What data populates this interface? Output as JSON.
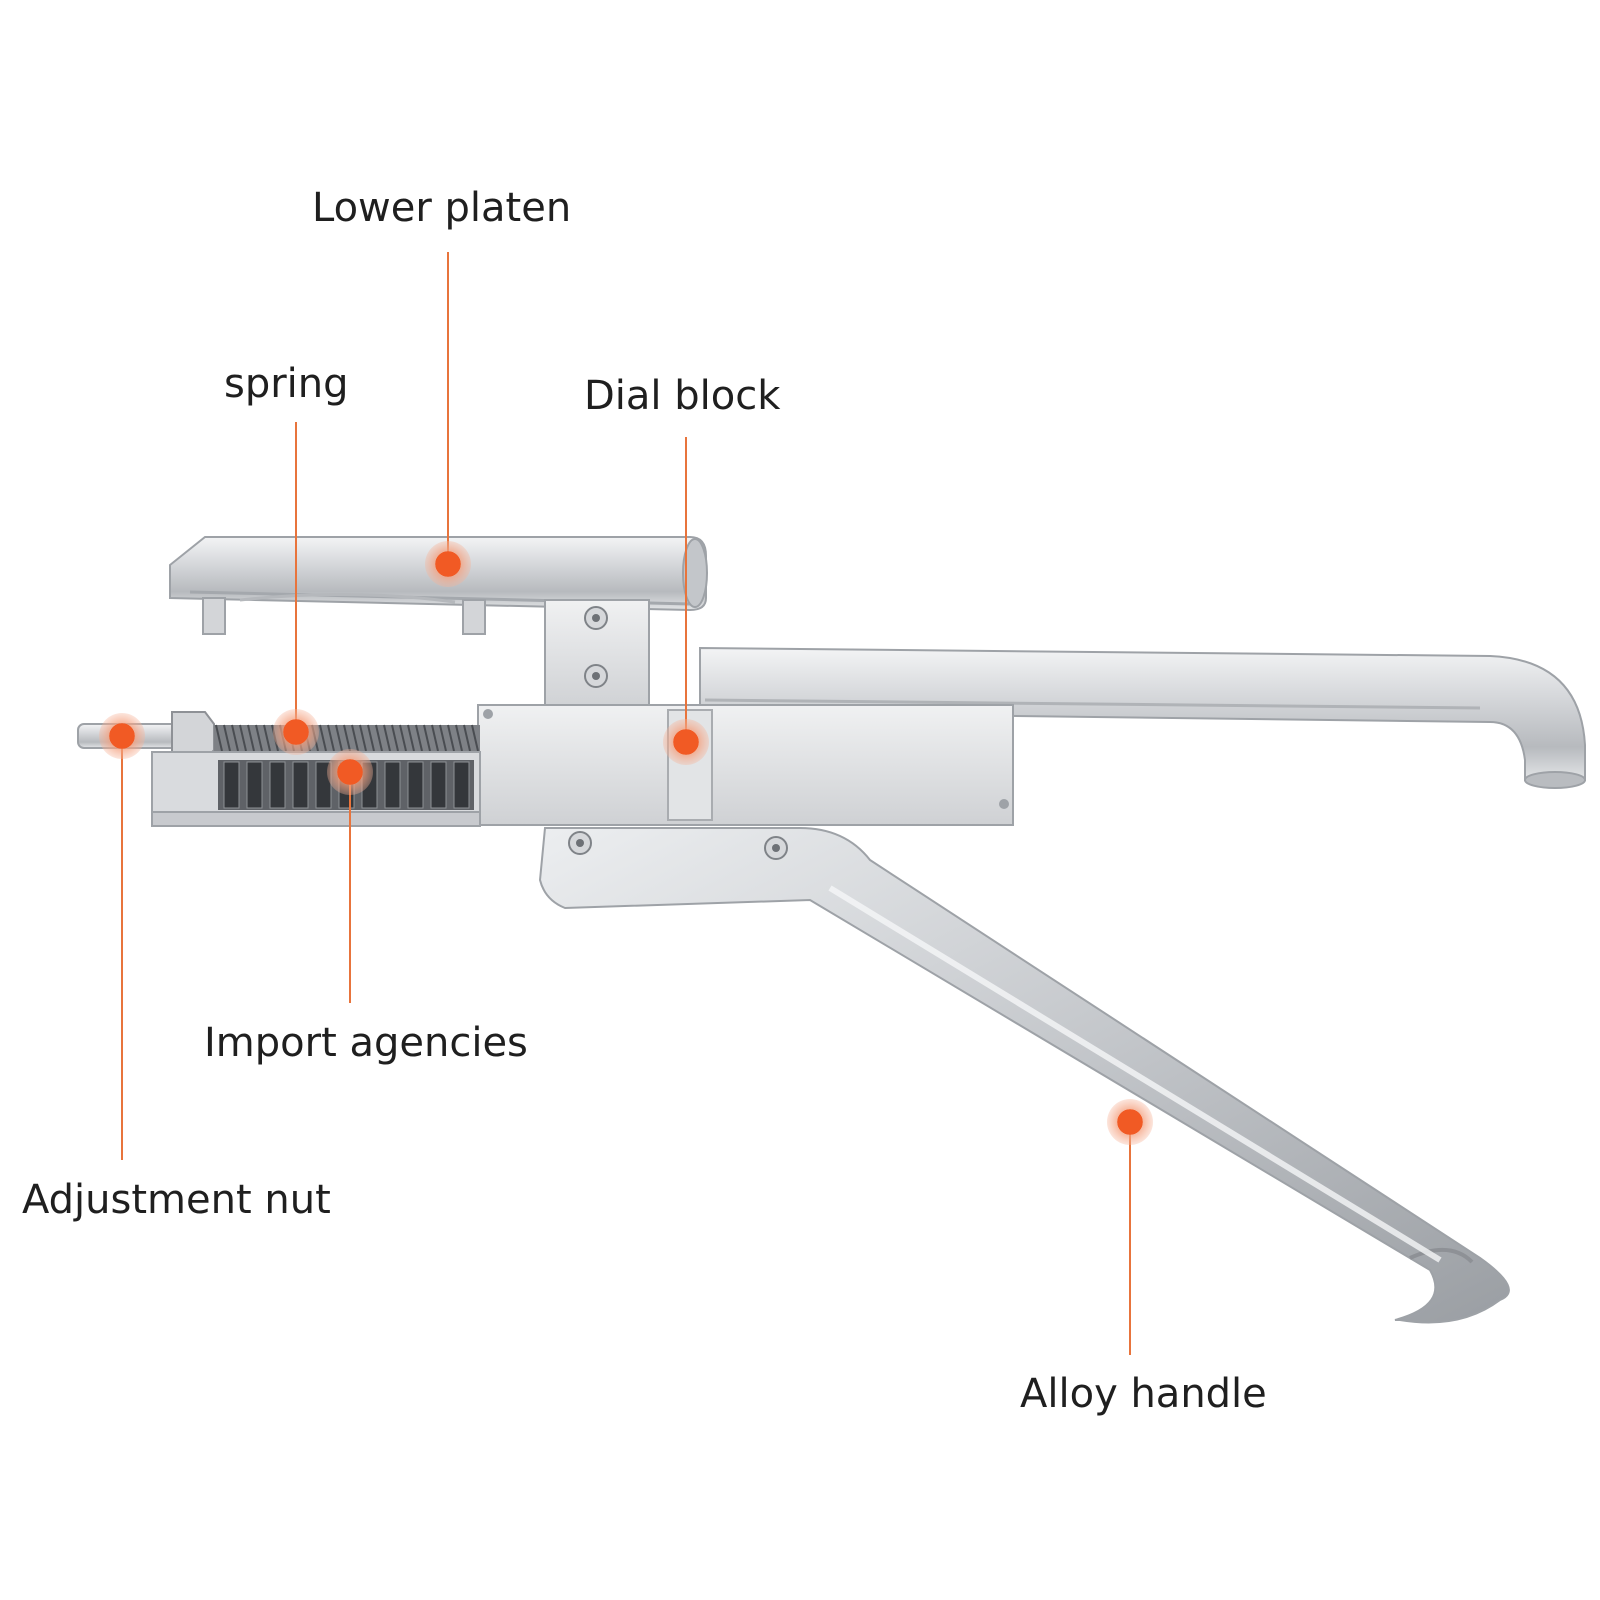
{
  "labels": {
    "lower_platen": "Lower platen",
    "spring": "spring",
    "dial_block": "Dial block",
    "import_agencies": "Import agencies",
    "adjustment_nut": "Adjustment nut",
    "alloy_handle": "Alloy handle"
  },
  "colors": {
    "callout": "#f15a24",
    "leader_line": "#e8743c",
    "metal_light": "#e9eaec",
    "metal_mid": "#c9cbcf",
    "metal_dark": "#8e9196",
    "text": "#1f1f1f"
  }
}
